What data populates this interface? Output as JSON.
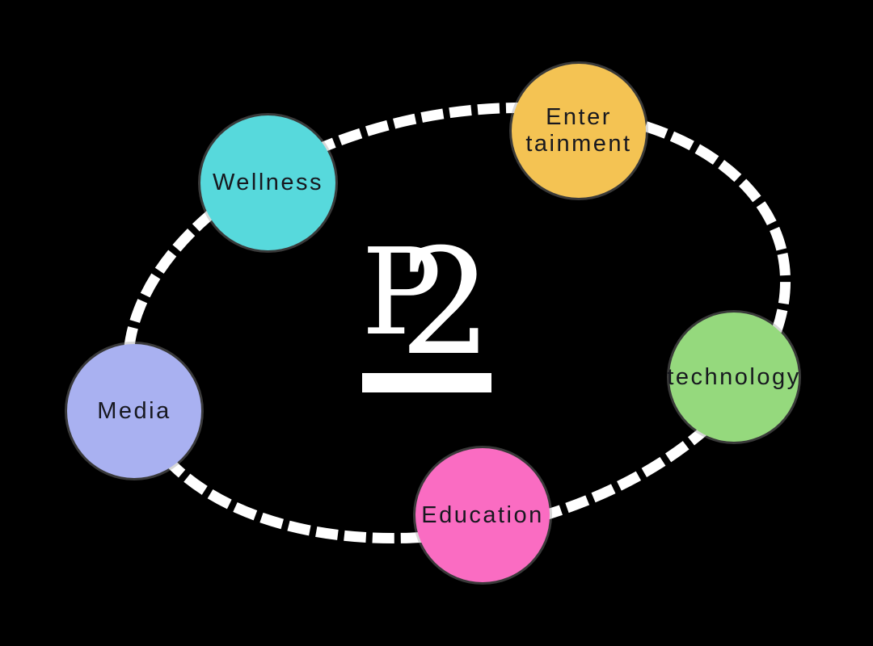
{
  "title": "Five-topic orbit diagram",
  "canvas": {
    "background": "#000000",
    "orbit_color": "#ffffff",
    "label_color": "#17181f"
  },
  "logo": {
    "letter_primary": "P",
    "letter_secondary": "2",
    "color": "#ffffff"
  },
  "nodes": [
    {
      "id": "wellness",
      "label": "Wellness",
      "color": "#57d9dc"
    },
    {
      "id": "entertainment",
      "label_line1": "Enter",
      "label_line2": "tainment",
      "color": "#f4c353"
    },
    {
      "id": "technology",
      "label": "technology",
      "color": "#95d97d"
    },
    {
      "id": "education",
      "label": "Education",
      "color": "#fa6cc2"
    },
    {
      "id": "media",
      "label": "Media",
      "color": "#a9b1f1"
    }
  ]
}
